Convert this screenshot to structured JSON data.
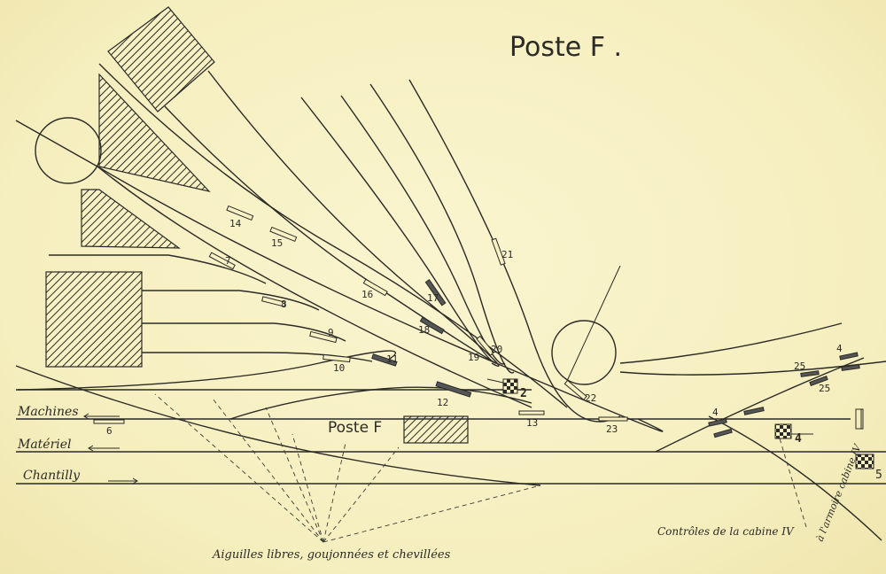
{
  "title": "Poste F .",
  "building_label": "Poste F",
  "tracks": {
    "machines": "Machines",
    "materiel": "Matériel",
    "chantilly": "Chantilly"
  },
  "notes": {
    "aiguilles": "Aiguilles libres, goujonnées et chevillées",
    "controles": "Contrôles de la cabine IV",
    "armoire": "à l'armoire cabine IV"
  },
  "levers": {
    "n2": "2",
    "n4a": "4",
    "n4b": "4",
    "n4c": "4",
    "n5": "5",
    "n6": "6",
    "n7": "7",
    "n8": "8",
    "n9": "9",
    "n10": "10",
    "n11": "11",
    "n12": "12",
    "n13": "13",
    "n14": "14",
    "n15": "15",
    "n16": "16",
    "n17": "17",
    "n18": "18",
    "n19": "19",
    "n20": "20",
    "n21": "21",
    "n22": "22",
    "n23": "23",
    "n25a": "25",
    "n25b": "25"
  }
}
